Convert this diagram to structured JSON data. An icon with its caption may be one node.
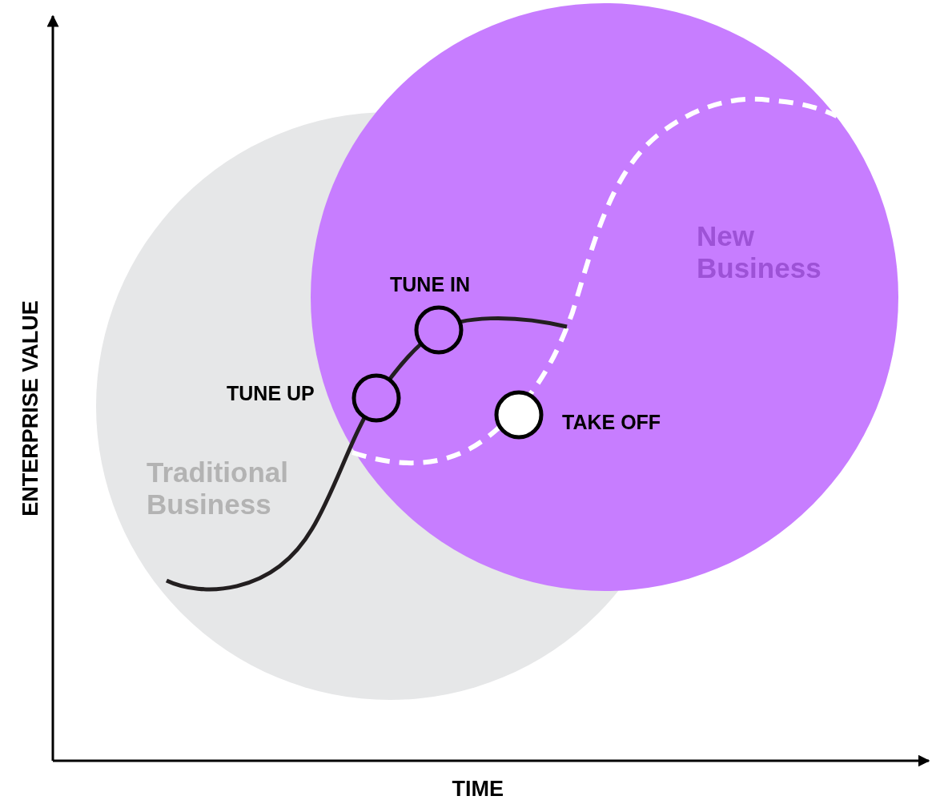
{
  "diagram": {
    "labels": [
      "New Business",
      "TUNE IN",
      "TUNE UP",
      "TAKE OFF",
      "Traditional Business",
      "ENTERPRISE VALUE",
      "TIME"
    ]
  }
}
